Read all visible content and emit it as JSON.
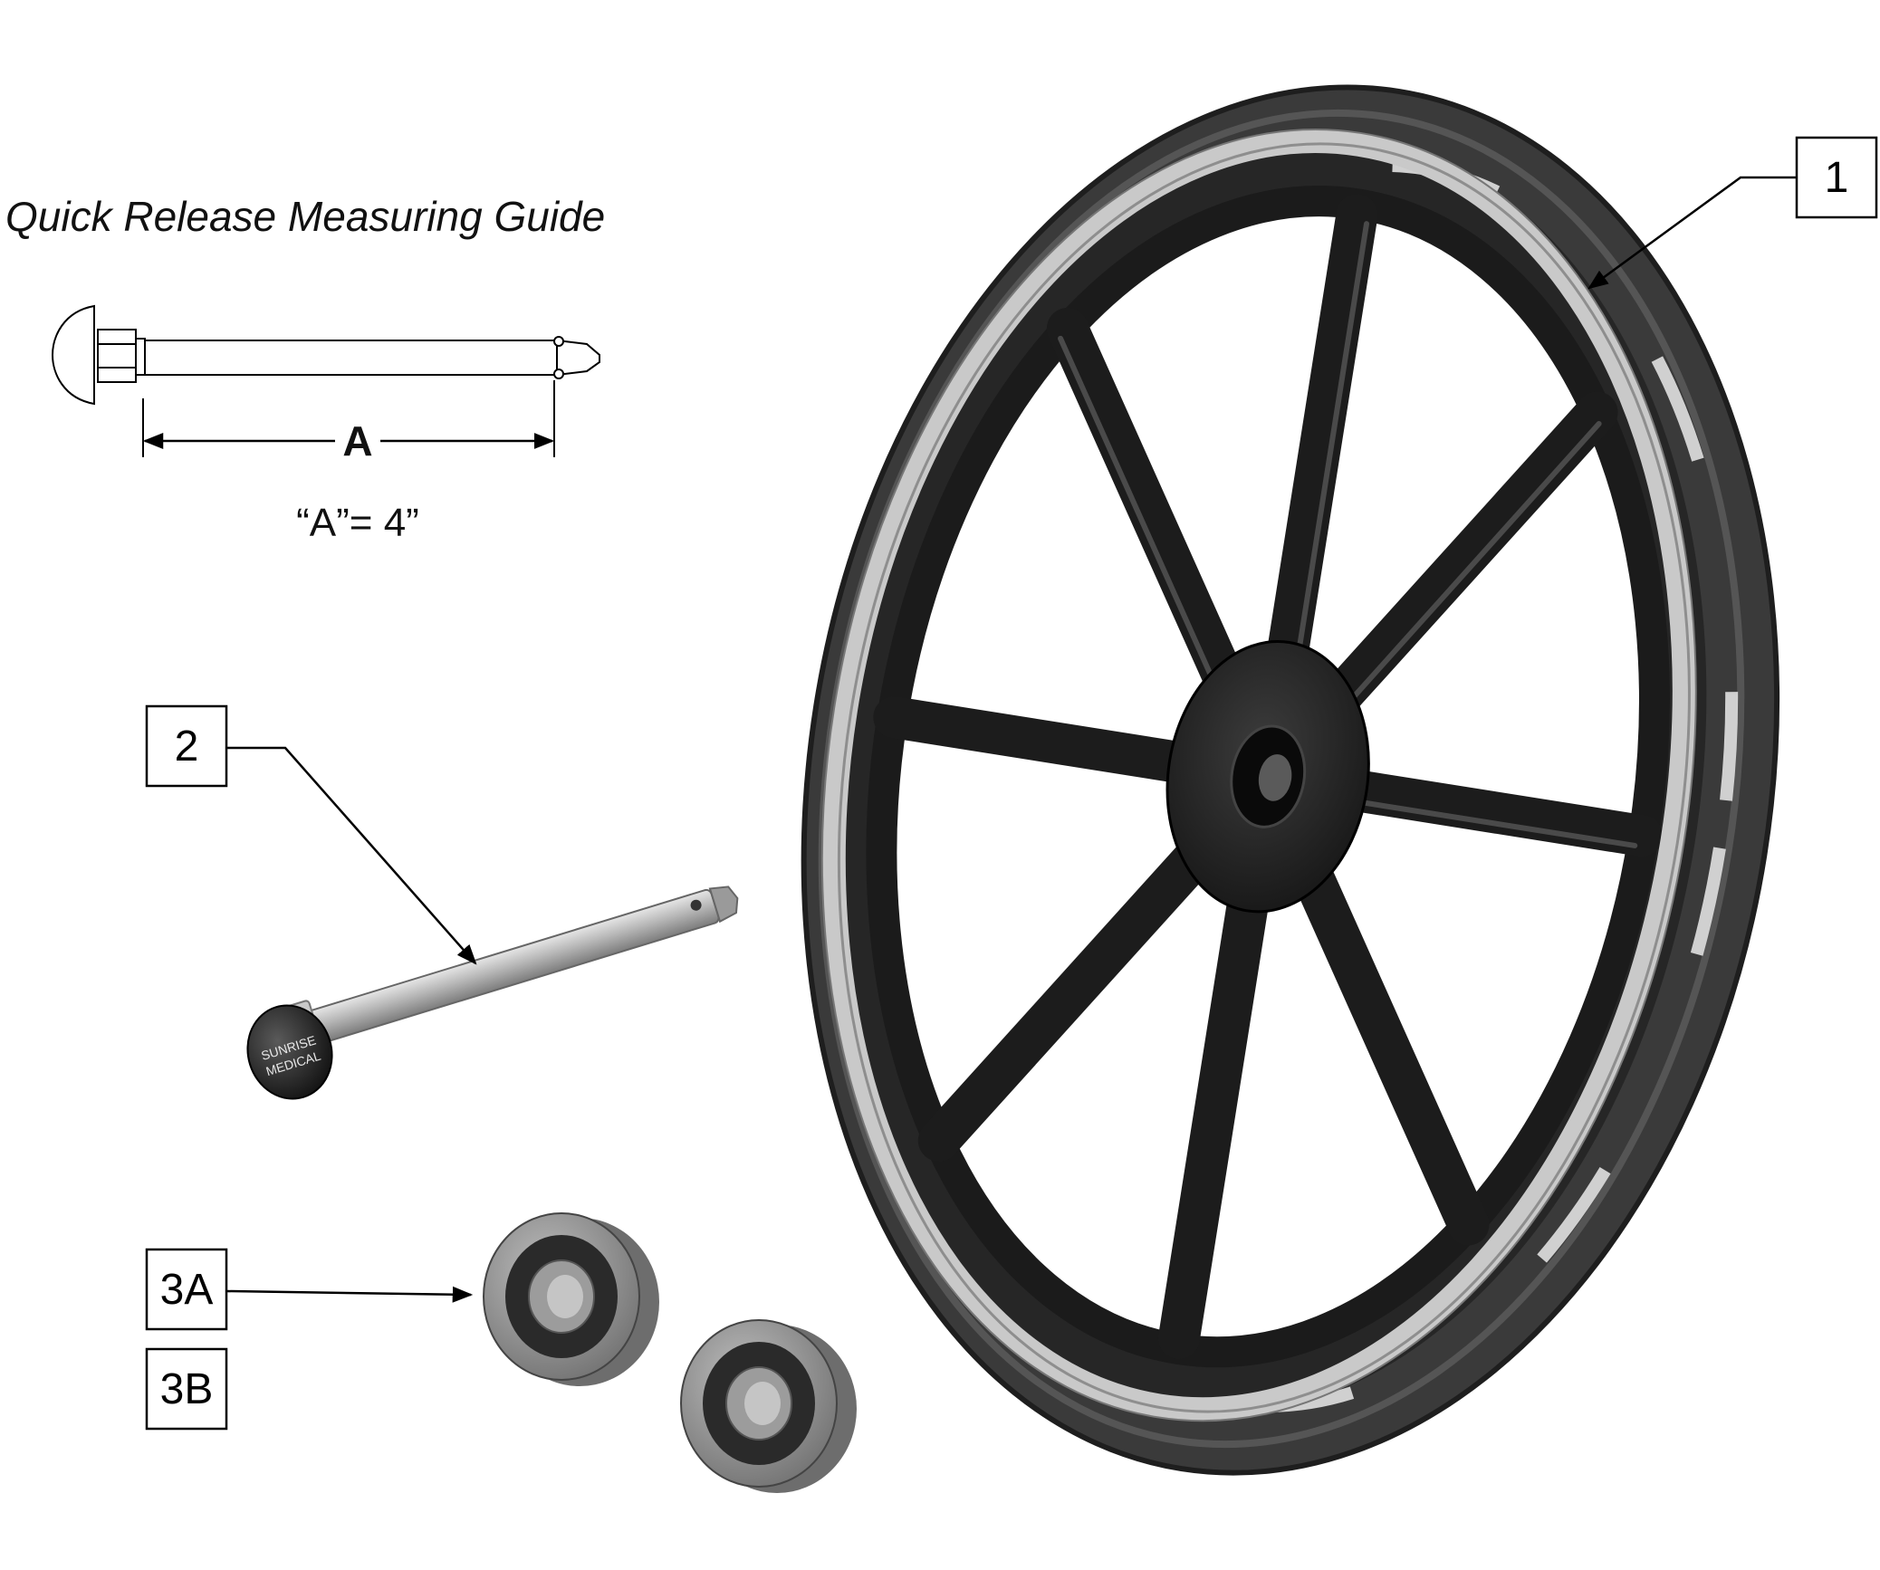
{
  "guide": {
    "title": "Quick Release Measuring Guide",
    "dimension_label": "A",
    "dimension_value": "“A”= 4”"
  },
  "callouts": {
    "wheel": "1",
    "axle": "2",
    "bearing_a": "3A",
    "bearing_b": "3B"
  },
  "axle_knob": {
    "brand_line1": "SUNRISE",
    "brand_line2": "MEDICAL"
  },
  "colors": {
    "tire": "#3a3a3a",
    "handrim": "#c9c9c9",
    "spokes": "#1c1c1c",
    "axle_steel": "#b5b5b5",
    "bearing_outer": "#8a8a8a"
  }
}
